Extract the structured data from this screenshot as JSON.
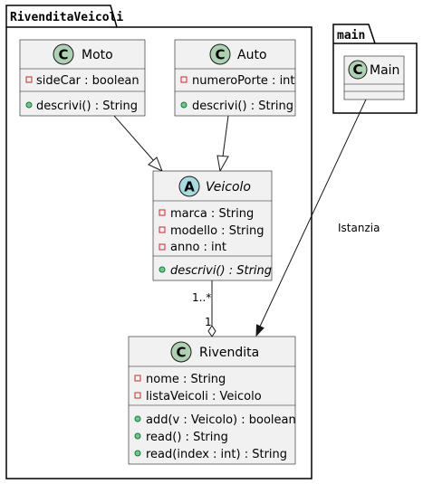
{
  "packages": {
    "rivendita": {
      "title": "RivenditaVeicoli"
    },
    "main": {
      "title": "main"
    }
  },
  "classes": {
    "moto": {
      "name": "Moto",
      "stereotype": "C",
      "fields": [
        {
          "vis": "private",
          "text": "sideCar : boolean"
        }
      ],
      "methods": [
        {
          "vis": "public",
          "text": "descrivi() : String"
        }
      ]
    },
    "auto": {
      "name": "Auto",
      "stereotype": "C",
      "fields": [
        {
          "vis": "private",
          "text": "numeroPorte : int"
        }
      ],
      "methods": [
        {
          "vis": "public",
          "text": "descrivi() : String"
        }
      ]
    },
    "veicolo": {
      "name": "Veicolo",
      "stereotype": "A",
      "abstract": true,
      "fields": [
        {
          "vis": "private",
          "text": "marca : String"
        },
        {
          "vis": "private",
          "text": "modello : String"
        },
        {
          "vis": "private",
          "text": "anno : int"
        }
      ],
      "methods": [
        {
          "vis": "public",
          "text": "descrivi() : String",
          "abstract": true
        }
      ]
    },
    "rivendita": {
      "name": "Rivendita",
      "stereotype": "C",
      "fields": [
        {
          "vis": "private",
          "text": "nome : String"
        },
        {
          "vis": "private",
          "text": "listaVeicoli : Veicolo"
        }
      ],
      "methods": [
        {
          "vis": "public",
          "text": "add(v : Veicolo) : boolean"
        },
        {
          "vis": "public",
          "text": "read() : String"
        },
        {
          "vis": "public",
          "text": "read(index : int) : String"
        }
      ]
    },
    "main": {
      "name": "Main",
      "stereotype": "C",
      "fields": [],
      "methods": []
    }
  },
  "relations": {
    "moto_veicolo": {
      "type": "generalization",
      "from": "Moto",
      "to": "Veicolo"
    },
    "auto_veicolo": {
      "type": "generalization",
      "from": "Auto",
      "to": "Veicolo"
    },
    "veicolo_rivendita": {
      "type": "aggregation",
      "from": "Veicolo",
      "to": "Rivendita",
      "from_multiplicity": "1..*",
      "to_multiplicity": "1"
    },
    "main_rivendita": {
      "type": "association",
      "from": "Main",
      "to": "Rivendita",
      "label": "Istanzia"
    }
  },
  "colors": {
    "class_fill": "#f1f1f1",
    "class_circle": "#add1b2",
    "abstract_circle": "#a9dcdf",
    "private_marker": "#c82930",
    "public_marker": "#84be84",
    "line": "#181818"
  }
}
